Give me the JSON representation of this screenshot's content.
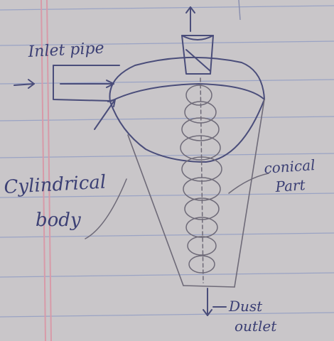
{
  "labels": {
    "inlet_pipe": "Inlet pipe",
    "cylindrical_line1": "Cylindrical",
    "cylindrical_line2": "body",
    "conical_line1": "conical",
    "conical_line2": "Part",
    "dust_line1": "Dust",
    "dust_line2": "outlet"
  },
  "colors": {
    "paper": "#c9c6c9",
    "rule_line": "#9aa3c4",
    "margin_line": "#d89aa8",
    "ink": "#3b3f74",
    "pencil": "#6e6a78"
  }
}
